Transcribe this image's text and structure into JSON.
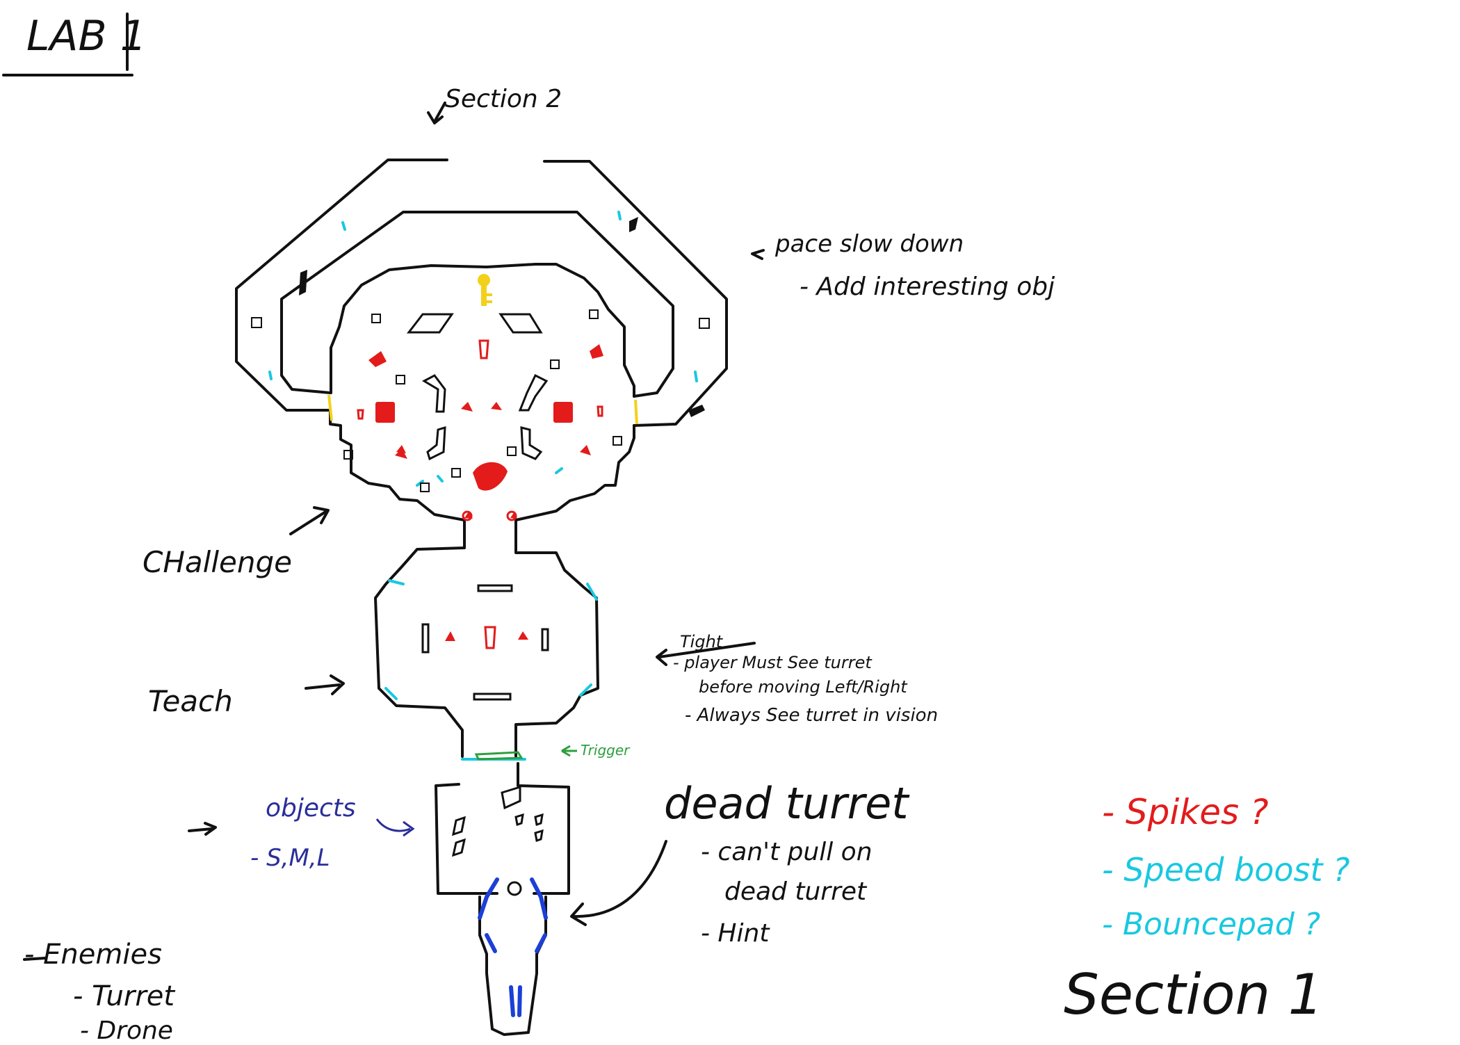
{
  "title": "LAB 1",
  "labels": {
    "section2": "Section 2",
    "pace_note": "pace slow down",
    "pace_sub": "- Add interesting obj",
    "challenge": "CHallenge",
    "teach": "Teach",
    "tight": "Tight",
    "tight_notes": [
      "- player Must See turret",
      "before moving Left/Right",
      "- Always See turret in vision"
    ],
    "trigger": "Trigger",
    "dead_turret": "dead turret",
    "dead_turret_notes": [
      "- can't pull on",
      "dead turret",
      "- Hint"
    ],
    "objects": "objects",
    "objects_sizes": "- S,M,L",
    "enemies_header": "- Enemies",
    "enemies": [
      "- Turret",
      "- Drone"
    ],
    "legend": [
      {
        "text": "- Spikes ?",
        "color": "#e31b1b"
      },
      {
        "text": "- Speed boost ?",
        "color": "#19c8e0"
      },
      {
        "text": "- Bouncepad ?",
        "color": "#19c8e0"
      }
    ],
    "section1": "Section 1"
  },
  "colors": {
    "ink": "#111111",
    "spike_red": "#e31b1b",
    "speed_cyan": "#19c8e0",
    "key_yellow": "#f2d11b",
    "trigger_green": "#2e9e3e",
    "objects_blue": "#2a2e9a",
    "bounce_blue": "#1c3fd6"
  }
}
